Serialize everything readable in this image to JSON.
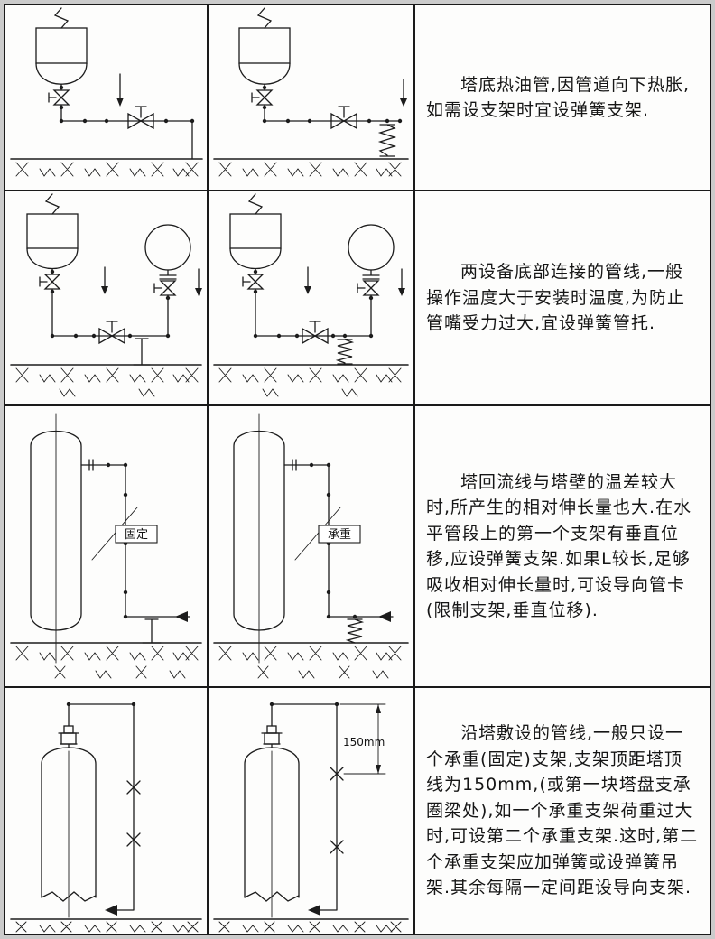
{
  "page": {
    "background": "#cbcbcb",
    "paper": "#fdfdfc",
    "ink": "#1c1c1c"
  },
  "rows": [
    {
      "id": "tower-bottom-hot-oil-line",
      "note": "塔底热油管,因管道向下热胀,如需设支架时宜设弹簧支架."
    },
    {
      "id": "line-connecting-two-vessel-bottoms",
      "note": "两设备底部连接的管线,一般操作温度大于安装时温度,为防止管嘴受力过大,宜设弹簧管托."
    },
    {
      "id": "tower-reflux-line",
      "note": "塔回流线与塔壁的温差较大时,所产生的相对伸长量也大.在水平管段上的第一个支架有垂直位移,应设弹簧支架.如果L较长,足够吸收相对伸长量时,可设导向管卡(限制支架,垂直位移).",
      "labels": {
        "fixed": "固定",
        "load_bearing": "承重"
      }
    },
    {
      "id": "piping-along-tower",
      "note": "沿塔敷设的管线,一般只设一个承重(固定)支架,支架顶距塔顶线为150mm,(或第一块塔盘支承圈梁处),如一个承重支架荷重过大时,可设第二个承重支架.这时,第二个承重支架应加弹簧或设弹簧吊架.其余每隔一定间距设导向支架.",
      "dimension_label": "150mm"
    }
  ]
}
